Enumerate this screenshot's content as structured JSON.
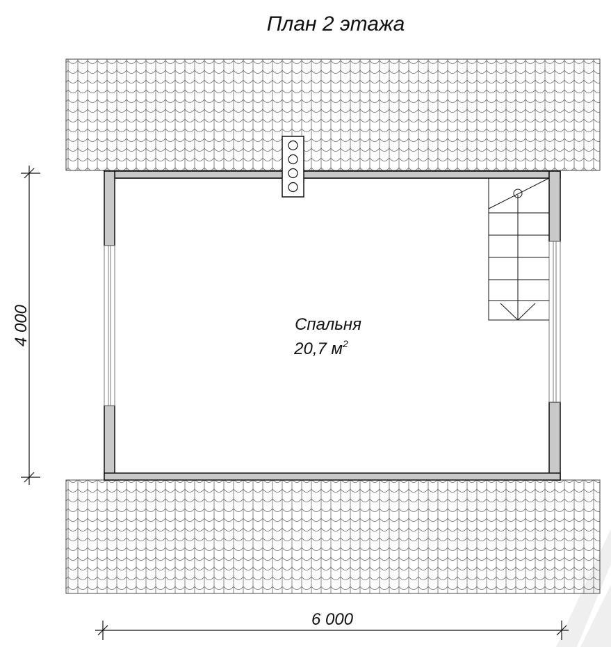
{
  "title": "План 2 этажа",
  "room": {
    "name": "Спальня",
    "area_value": "20,7 м",
    "area_unit_sup": "2"
  },
  "dimensions": {
    "width": "6 000",
    "depth": "4 000"
  },
  "colors": {
    "line": "#111111",
    "wall": "#c9c9c9",
    "roof_line": "#666666",
    "watermark": "#eeeeee"
  }
}
